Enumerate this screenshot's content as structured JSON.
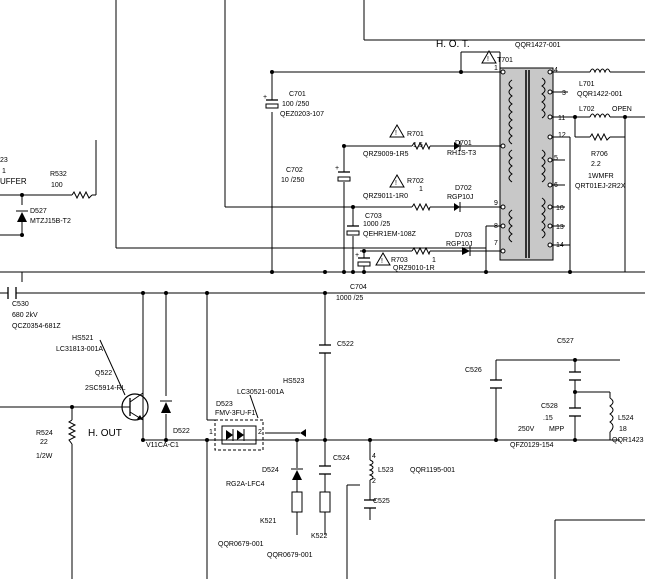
{
  "labels": {
    "hot": "H. O. T.",
    "hot_part": "QQR1427-001",
    "t701": "T701",
    "pin_nums": [
      "4",
      "3",
      "1",
      "11",
      "12",
      "5",
      "6",
      "9",
      "10",
      "13",
      "7",
      "8",
      "14"
    ],
    "l701": "L701",
    "l701_part": "QQR1422-001",
    "l702": "L702",
    "open": "OPEN",
    "r706": "R706",
    "r706_val": "2.2",
    "r706_w": "1WMFR",
    "r706_part": "QRT01EJ-2R2X",
    "c701": "C701",
    "c701_val": "100  /250",
    "c701_part": "QEZ0203-107",
    "c702": "C702",
    "c702_val": "10  /250",
    "r701": "R701",
    "r701_val": "1.5",
    "r701_part": "QRZ9009-1R5",
    "d701": "D701",
    "d701_part": "RH1S-T3",
    "r702": "R702",
    "r702_val": "1",
    "r702_part": "QRZ9011-1R0",
    "d702": "D702",
    "d702_part": "RGP10J",
    "c703": "C703",
    "c703_val": "1000    /25",
    "c703_part": "QEHR1EM-108Z",
    "d703": "D703",
    "d703_part": "RGP10J",
    "r703": "R703",
    "r703_val": "1",
    "r703_part": "QRZ9010-1R",
    "c704": "C704",
    "c704_val": "1000      /25",
    "left_23": "23",
    "left_1": "1",
    "left_buffer": "UFFER",
    "r532": "R532",
    "r532_val": "100",
    "d527": "D527",
    "d527_part": "MTZJ15B-T2",
    "c530": "C530",
    "c530_val": "680      2kV",
    "c530_part": "QCZ0354-681Z",
    "hs521": "HS521",
    "hs521_part": "LC31813-001A",
    "q522": "Q522",
    "q522_part": "2SC5914-RL",
    "r524": "R524",
    "r524_val": "22",
    "r524_w": "1/2W",
    "hout": "H. OUT",
    "d522": "D522",
    "d522_part": "V11CA-C1",
    "hs523": "HS523",
    "hs523_part": "LC30521-001A",
    "d523": "D523",
    "d523_part": "FMV-3FU-F1",
    "d524": "D524",
    "d524_part": "RG2A-LFC4",
    "c522": "C522",
    "c524": "C524",
    "l523": "L523",
    "l523_part": "QQR1195-001",
    "c525": "C525",
    "k521": "K521",
    "k522": "K522",
    "k_part1": "QQR0679-001",
    "k_part2": "QQR0679-001",
    "c526": "C526",
    "c527": "C527",
    "c528": "C528",
    "c528_val": ".15",
    "c528_v": "250V",
    "c528_type": "MPP",
    "c528_part": "QFZ0129-154",
    "l524": "L524",
    "l524_val": "18",
    "l524_part": "QQR1423",
    "d523_pins": [
      "1",
      "2"
    ],
    "l523_pins": [
      "4",
      "2"
    ]
  }
}
